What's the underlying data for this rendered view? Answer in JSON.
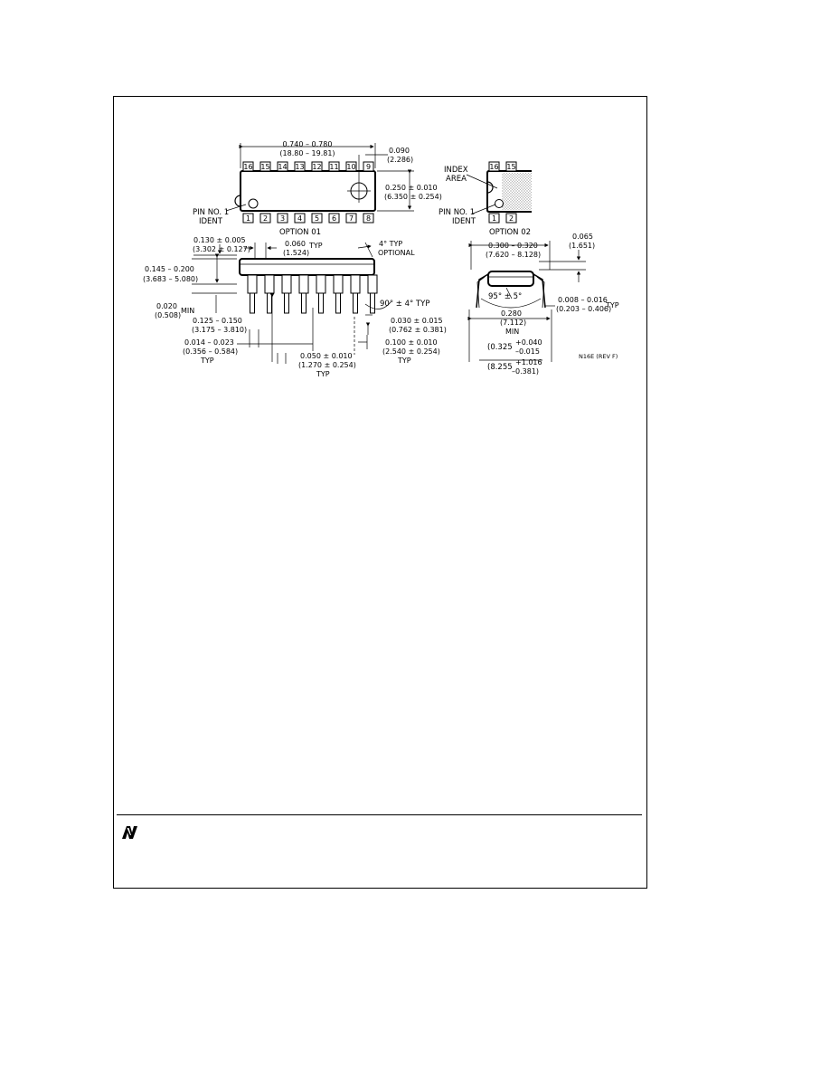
{
  "option01": {
    "overall_length_in": "0.740 – 0.780",
    "overall_length_mm": "(18.80 – 19.81)",
    "end_offset_in": "0.090",
    "end_offset_mm": "(2.286)",
    "body_width_in": "0.250 ± 0.010",
    "body_width_mm": "(6.350 ± 0.254)",
    "top_pins": [
      "16",
      "15",
      "14",
      "13",
      "12",
      "11",
      "10",
      "9"
    ],
    "bottom_pins": [
      "1",
      "2",
      "3",
      "4",
      "5",
      "6",
      "7",
      "8"
    ],
    "pin1_line1": "PIN NO. 1",
    "pin1_line2": "IDENT",
    "caption": "OPTION 01"
  },
  "option02": {
    "index_line1": "INDEX",
    "index_line2": "AREA",
    "top_pins": [
      "16",
      "15"
    ],
    "bottom_pins": [
      "1",
      "2"
    ],
    "pin1_line1": "PIN NO. 1",
    "pin1_line2": "IDENT",
    "caption": "OPTION 02"
  },
  "side_view": {
    "shoulder_in": "0.130 ± 0.005",
    "shoulder_mm": "(3.302 ± 0.127)",
    "lead_width_in": "0.060",
    "lead_width_mm": "(1.524)",
    "lead_width_typ": "TYP",
    "taper_top": "4° TYP",
    "taper_bottom": "OPTIONAL",
    "height_in": "0.145 – 0.200",
    "height_mm": "(3.683 – 5.080)",
    "standoff_in": "0.020",
    "standoff_mm": "(0.508)",
    "standoff_min": "MIN",
    "lead_angle": "90° ± 4° TYP",
    "lead_len_in": "0.125 – 0.150",
    "lead_len_mm": "(3.175 – 3.810)",
    "tip_in": "0.030 ± 0.015",
    "tip_mm": "(0.762 ± 0.381)",
    "lead_thk_in": "0.014 – 0.023",
    "lead_thk_mm": "(0.356 – 0.584)",
    "lead_thk_typ": "TYP",
    "half_pitch_in": "0.050 ± 0.010",
    "half_pitch_mm": "(1.270 ± 0.254)",
    "half_pitch_typ": "TYP",
    "pitch_in": "0.100 ± 0.010",
    "pitch_mm": "(2.540 ± 0.254)",
    "pitch_typ": "TYP"
  },
  "end_view": {
    "row_in": "0.300 – 0.320",
    "row_mm": "(7.620 – 8.128)",
    "offset_in": "0.065",
    "offset_mm": "(1.651)",
    "angle": "95° ± 5°",
    "lead_dim_in": "0.008 – 0.016",
    "lead_dim_mm": "(0.203 – 0.406)",
    "lead_dim_typ": "TYP",
    "min_in": "0.280",
    "min_mm": "(7.112)",
    "min_label": "MIN",
    "spread_in": "(0.325",
    "spread_in_plus": "+0.040",
    "spread_in_minus": "–0.015",
    "spread_mm": "(8.255",
    "spread_mm_plus": "+1.016",
    "spread_mm_minus": "–0.381)",
    "drawing_id": "N16E (REV F)"
  },
  "logo": {
    "name": "national-semiconductor-logo-icon"
  }
}
